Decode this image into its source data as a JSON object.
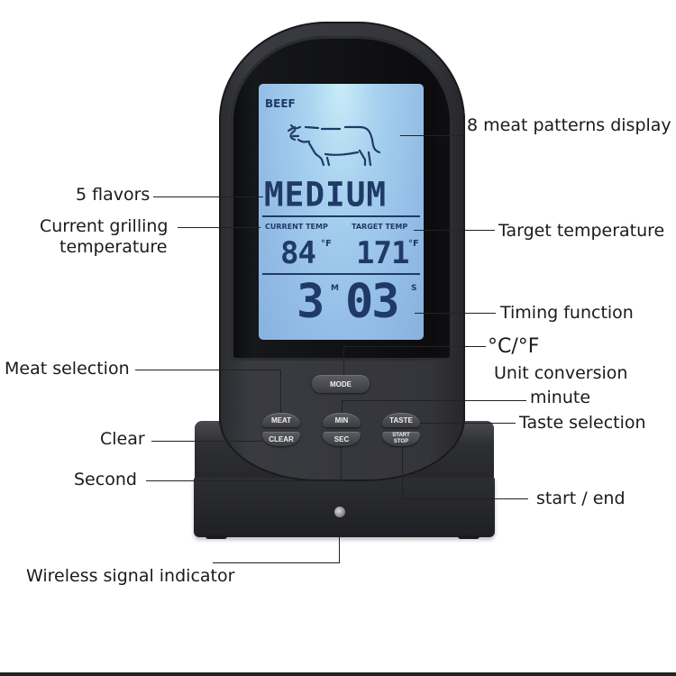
{
  "device": {
    "display": {
      "meat_type": "BEEF",
      "meat_icon": "cow-icon",
      "flavor": "MEDIUM",
      "current_temp_label": "CURRENT TEMP",
      "current_temp_value": "84",
      "current_temp_unit": "°F",
      "target_temp_label": "TARGET TEMP",
      "target_temp_value": "171",
      "target_temp_unit": "°F",
      "timer_minutes": "3",
      "timer_minutes_unit": "M",
      "timer_seconds": "03",
      "timer_seconds_unit": "S"
    },
    "buttons": {
      "mode": "MODE",
      "meat": "MEAT",
      "clear": "CLEAR",
      "min": "MIN",
      "sec": "SEC",
      "taste": "TASTE",
      "start_stop_line1": "START",
      "start_stop_line2": "STOP"
    },
    "indicator": "wireless-signal-led"
  },
  "callouts": {
    "meat_patterns": "8 meat patterns display",
    "flavors": "5 flavors",
    "current_temp_line1": "Current grilling",
    "current_temp_line2": "temperature",
    "target_temp": "Target temperature",
    "timing": "Timing function",
    "unit_symbol": "°C/°F",
    "unit_conversion": "Unit conversion",
    "meat_selection": "Meat selection",
    "minute": "minute",
    "taste_selection": "Taste selection",
    "clear": "Clear",
    "second": "Second",
    "start_end": "start / end",
    "wireless": "Wireless signal indicator"
  },
  "colors": {
    "lcd_backlight": "#93bde6",
    "lcd_segments": "#1f3a66",
    "device_body": "#34353a",
    "button": "#4a4b50"
  }
}
